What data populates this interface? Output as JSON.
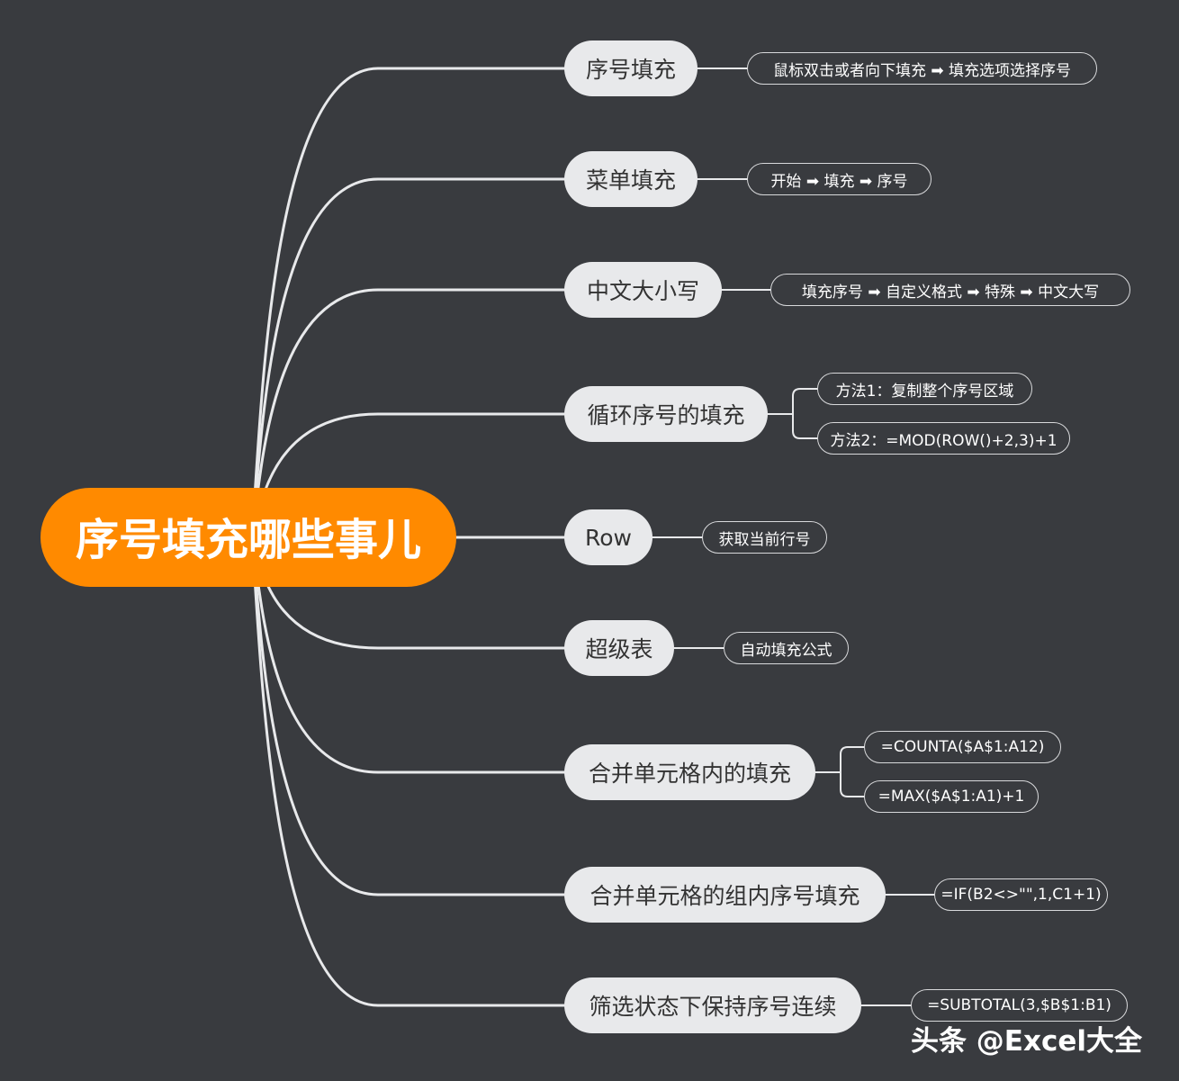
{
  "root": {
    "label": "序号填充哪些事儿"
  },
  "branches": [
    {
      "label": "序号填充",
      "leaves": [
        "鼠标双击或者向下填充 ➡ 填充选项选择序号"
      ]
    },
    {
      "label": "菜单填充",
      "leaves": [
        "开始 ➡ 填充 ➡ 序号"
      ]
    },
    {
      "label": "中文大小写",
      "leaves": [
        "填充序号 ➡ 自定义格式 ➡ 特殊 ➡ 中文大写"
      ]
    },
    {
      "label": "循环序号的填充",
      "leaves": [
        "方法1：复制整个序号区域",
        "方法2：=MOD(ROW()+2,3)+1"
      ]
    },
    {
      "label": "Row",
      "leaves": [
        "获取当前行号"
      ]
    },
    {
      "label": "超级表",
      "leaves": [
        "自动填充公式"
      ]
    },
    {
      "label": "合并单元格内的填充",
      "leaves": [
        "=COUNTA($A$1:A12)",
        "=MAX($A$1:A1)+1"
      ]
    },
    {
      "label": "合并单元格的组内序号填充",
      "leaves": [
        "=IF(B2<>\"\",1,C1+1)"
      ]
    },
    {
      "label": "筛选状态下保持序号连续",
      "leaves": [
        "=SUBTOTAL(3,$B$1:B1)"
      ]
    }
  ],
  "watermark": {
    "label": "头条 @Excel大全"
  },
  "colors": {
    "background": "#393b3f",
    "root": "#ff8a00",
    "branch": "#e8e9eb",
    "line": "#e8e9eb"
  }
}
